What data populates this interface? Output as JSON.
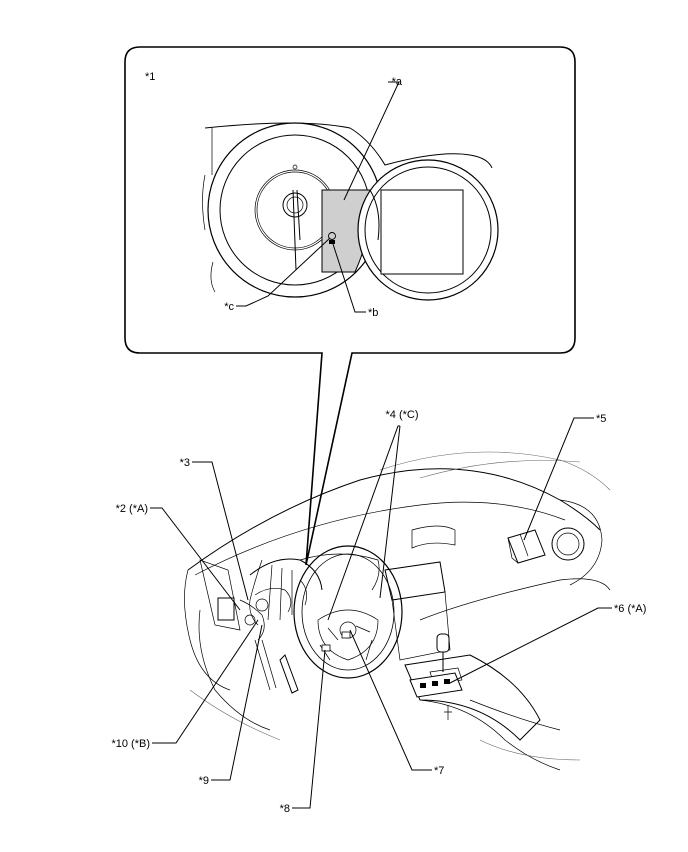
{
  "callouts": {
    "c1": "*1",
    "ca": "*a",
    "cb": "*b",
    "cc": "*c",
    "c2": "*2 (*A)",
    "c3": "*3",
    "c4": "*4 (*C)",
    "c5": "*5",
    "c6": "*6 (*A)",
    "c7": "*7",
    "c8": "*8",
    "c9": "*9",
    "c10": "*10 (*B)"
  },
  "colors": {
    "line": "#000000",
    "highlight_fill": "#cfcfcf",
    "background": "#ffffff"
  }
}
